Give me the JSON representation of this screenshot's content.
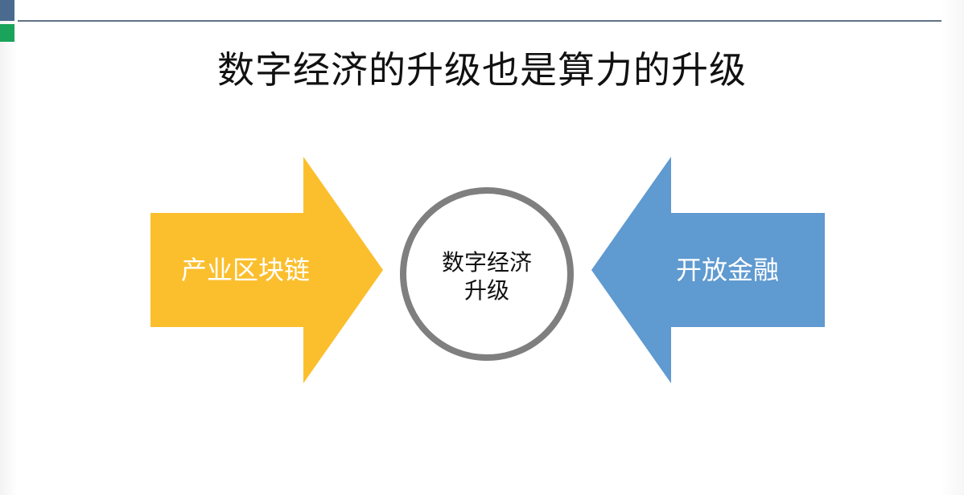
{
  "slide": {
    "title": "数字经济的升级也是算力的升级"
  },
  "diagram": {
    "left_arrow": {
      "label": "产业区块链",
      "color": "#FBBF2E"
    },
    "right_arrow": {
      "label": "开放金融",
      "color": "#5F9AD0"
    },
    "center_circle": {
      "line1": "数字经济",
      "line2": "升级",
      "stroke": "#7F7F7F"
    }
  }
}
